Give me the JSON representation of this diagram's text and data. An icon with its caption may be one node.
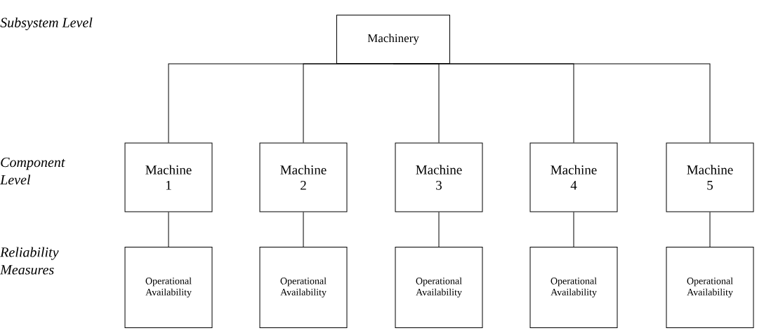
{
  "diagram": {
    "nodes": [
      {
        "text": [
          "Machinery"
        ]
      },
      {
        "text": [
          "Machine 1"
        ]
      },
      {
        "text": [
          "Machine 2"
        ]
      },
      {
        "text": [
          "Machine 3"
        ]
      },
      {
        "text": [
          "Machine 4"
        ]
      },
      {
        "text": [
          "Machine 5"
        ]
      },
      {
        "text": [
          "Operational Availability"
        ]
      },
      {
        "text": [
          "Operational Availability"
        ]
      },
      {
        "text": [
          "Operational Availability"
        ]
      },
      {
        "text": [
          "Operational Availability"
        ]
      },
      {
        "text": [
          "Operational Availability"
        ]
      }
    ],
    "edges": [
      {
        "from": 0,
        "to": 1,
        "arrow": "none"
      },
      {
        "from": 0,
        "to": 2,
        "arrow": "none"
      },
      {
        "from": 0,
        "to": 3,
        "arrow": "none"
      },
      {
        "from": 0,
        "to": 4,
        "arrow": "none"
      },
      {
        "from": 0,
        "to": 5,
        "arrow": "none"
      },
      {
        "from": 1,
        "to": 6,
        "arrow": "none"
      },
      {
        "from": 2,
        "to": 7,
        "arrow": "none"
      },
      {
        "from": 3,
        "to": 8,
        "arrow": "none"
      },
      {
        "from": 4,
        "to": 9,
        "arrow": "none"
      },
      {
        "from": 5,
        "to": 10,
        "arrow": "none"
      }
    ],
    "labels": [
      "Subsystem Level",
      "Component Level",
      "Reliability Measures"
    ]
  }
}
